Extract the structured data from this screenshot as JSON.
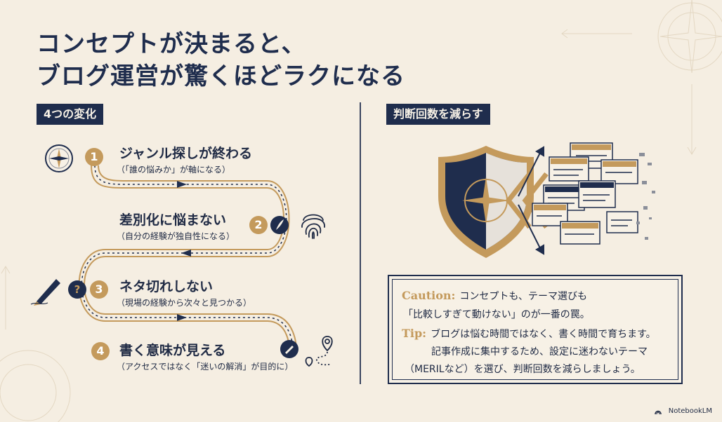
{
  "title": {
    "line1": "コンセプトが決まると、",
    "line2": "ブログ運営が驚くほどラクになる"
  },
  "left_panel": {
    "tag": "4つの変化",
    "steps": [
      {
        "number": "1",
        "title": "ジャンル探しが終わる",
        "subtitle": "（「誰の悩みか」が軸になる）",
        "icon": "compass-icon"
      },
      {
        "number": "2",
        "title": "差別化に悩まない",
        "subtitle": "（自分の経験が独自性になる）",
        "icon": "fingerprint-icon"
      },
      {
        "number": "3",
        "title": "ネタ切れしない",
        "subtitle": "（現場の経験から次々と見つかる）",
        "icon": "fountain-pen-icon"
      },
      {
        "number": "4",
        "title": "書く意味が見える",
        "subtitle": "（アクセスではなく「迷いの解消」が目的に）",
        "icon": "map-route-icon"
      }
    ]
  },
  "right_panel": {
    "tag": "判断回数を減らす",
    "illustration": "shield-deflecting-messages",
    "caution_label": "Caution:",
    "caution_line1": "コンセプトも、テーマ選びも",
    "caution_line2": "「比較しすぎて動けない」のが一番の罠。",
    "tip_label": "Tip:",
    "tip_line1": "ブログは悩む時間ではなく、書く時間で育ちます。",
    "tip_line2": "記事作成に集中するため、設定に迷わないテーマ",
    "tip_line3": "（MERILなど）を選び、判断回数を減らしましょう。"
  },
  "brand": "NotebookLM",
  "colors": {
    "background": "#f5eee2",
    "navy": "#1f2d4d",
    "gold": "#c49a5c",
    "text": "#1f2a44"
  }
}
